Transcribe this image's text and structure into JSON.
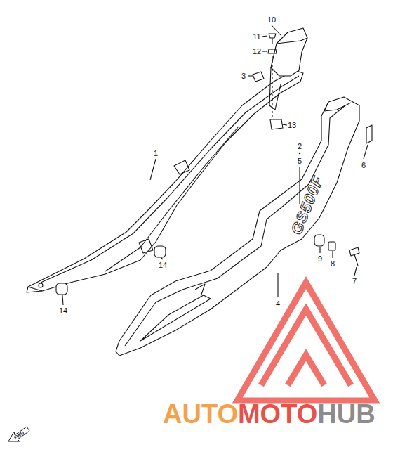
{
  "diagram": {
    "labels": [
      "10",
      "11",
      "12",
      "3",
      "13",
      "1",
      "2",
      "5",
      "6",
      "GS500F",
      "9",
      "8",
      "7",
      "14",
      "14",
      "4",
      "FWD",
      "AUTO",
      "MOTO",
      "HUB"
    ]
  }
}
